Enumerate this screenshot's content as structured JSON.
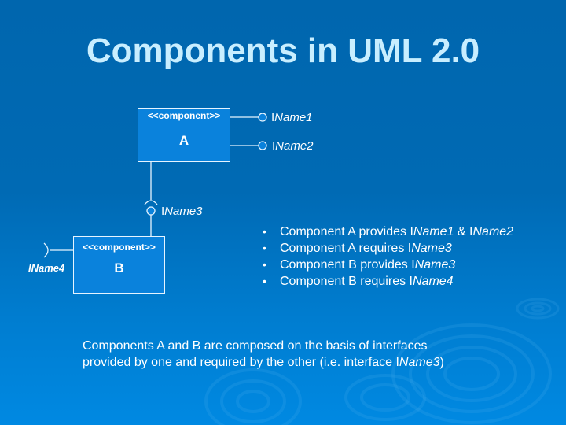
{
  "slide": {
    "title": "Components in UML 2.0",
    "colors": {
      "background_top": "#0066ae",
      "background_bottom": "#0089e2",
      "title_color": "#c8eeff",
      "component_fill": "#0a82dc",
      "line_color": "#e6f4ff"
    }
  },
  "diagram": {
    "component_a": {
      "stereotype": "<<component>>",
      "name": "A",
      "provided": [
        {
          "prefix": "I",
          "name": "Name1"
        },
        {
          "prefix": "I",
          "name": "Name2"
        }
      ],
      "required": {
        "prefix": "I",
        "name": "Name3"
      }
    },
    "component_b": {
      "stereotype": "<<component>>",
      "name": "B",
      "provided": {
        "prefix": "I",
        "name": "Name3"
      },
      "required": {
        "prefix": "I",
        "name": "Name4"
      }
    },
    "interface_labels": {
      "iname1": {
        "prefix": "I",
        "name": "Name1"
      },
      "iname2": {
        "prefix": "I",
        "name": "Name2"
      },
      "iname3": {
        "prefix": "I",
        "name": "Name3"
      },
      "iname4": {
        "prefix": "I",
        "name": "Name4"
      }
    }
  },
  "bullets": [
    {
      "text": "Component A provides I",
      "i1": "Name1",
      "mid": " & I",
      "i2": "Name2"
    },
    {
      "text": "Component A requires I",
      "i1": "Name3",
      "mid": "",
      "i2": ""
    },
    {
      "text": "Component B provides I",
      "i1": "Name3",
      "mid": "",
      "i2": ""
    },
    {
      "text": "Component B requires I",
      "i1": "Name4",
      "mid": "",
      "i2": ""
    }
  ],
  "bullet_glyph": "•",
  "note": {
    "line1": "Components A and B are composed on the basis of interfaces",
    "line2_pre": "provided by one and required by the other (i.e. interface I",
    "line2_italic": "Name3",
    "line2_post": ")"
  }
}
